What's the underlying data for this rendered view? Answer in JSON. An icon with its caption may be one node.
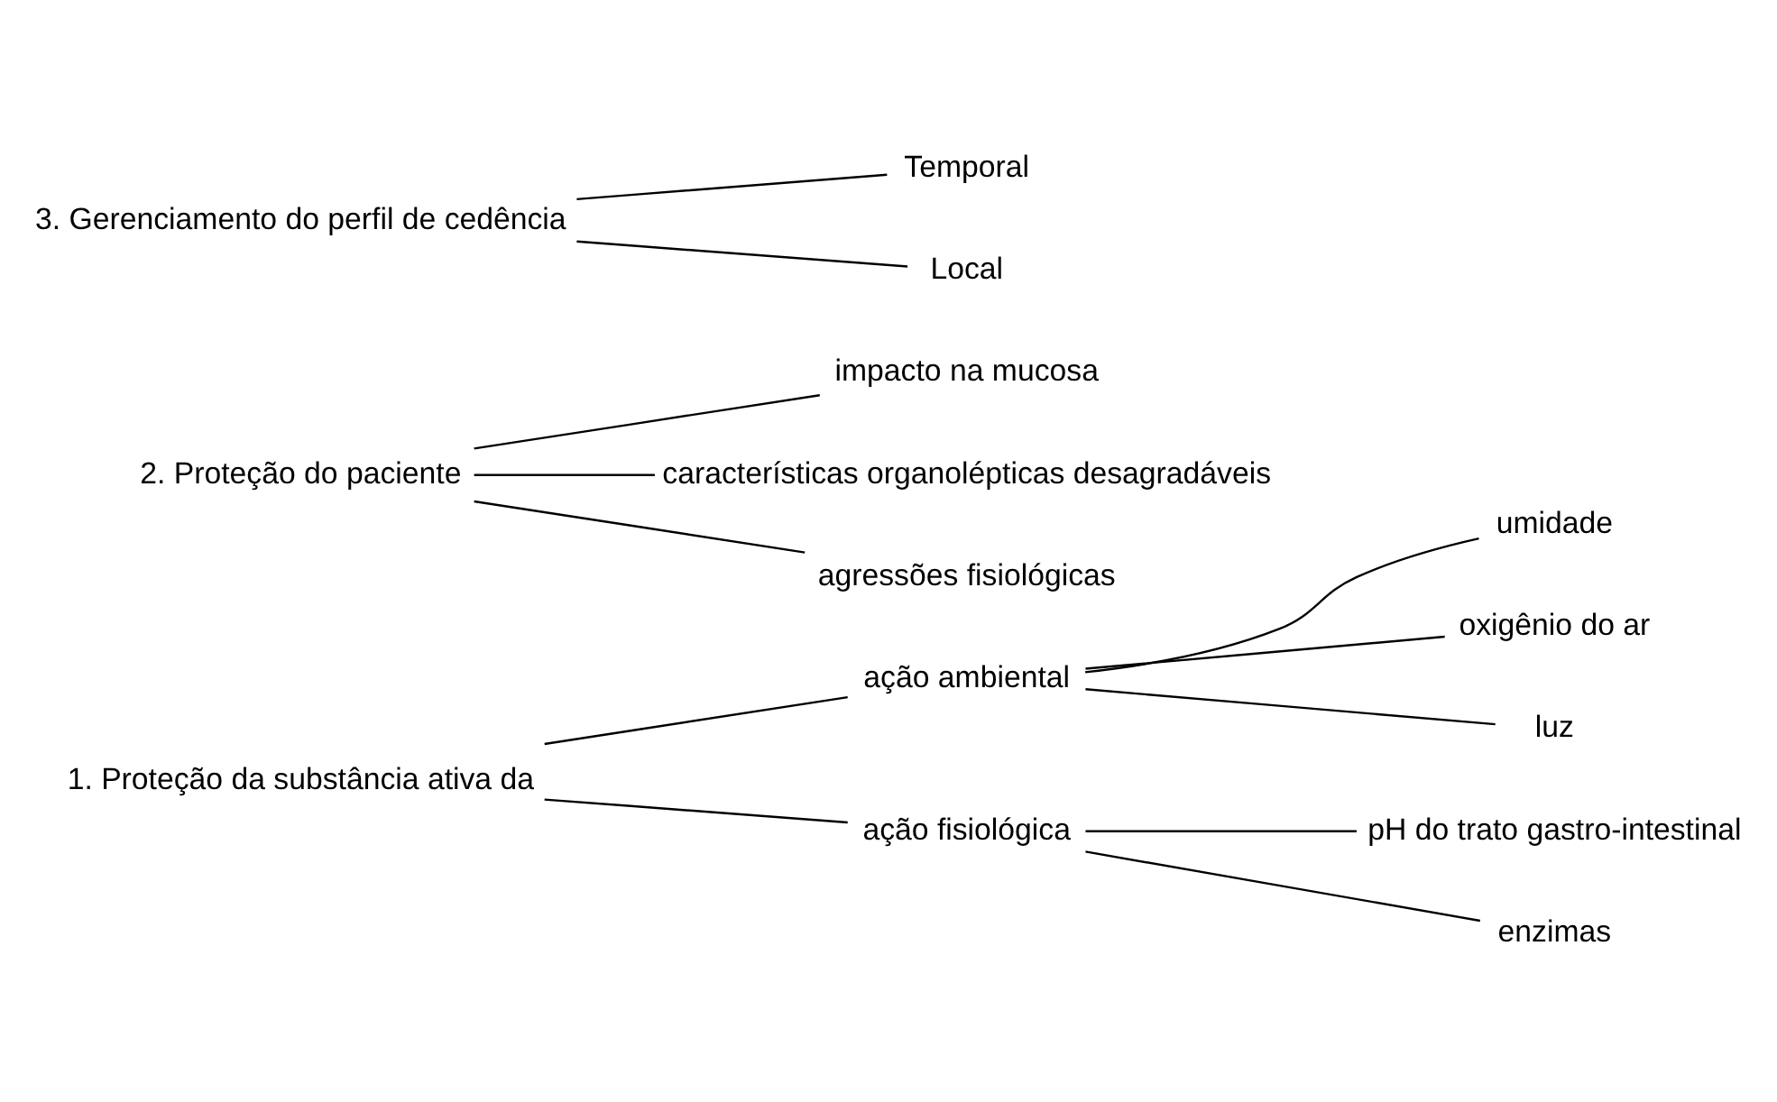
{
  "diagram": {
    "nodes": [
      {
        "text": [
          "1. Proteção da substância ativa da"
        ]
      },
      {
        "text": [
          "ação ambiental"
        ]
      },
      {
        "text": [
          "umidade"
        ]
      },
      {
        "text": [
          "oxigênio do ar"
        ]
      },
      {
        "text": [
          "luz"
        ]
      },
      {
        "text": [
          "ação fisiológica"
        ]
      },
      {
        "text": [
          "pH do trato gastro-intestinal"
        ]
      },
      {
        "text": [
          "enzimas"
        ]
      },
      {
        "text": [
          "2. Proteção do paciente"
        ]
      },
      {
        "text": [
          "impacto na mucosa"
        ]
      },
      {
        "text": [
          "características organolépticas desagradáveis"
        ]
      },
      {
        "text": [
          "agressões fisiológicas"
        ]
      },
      {
        "text": [
          "3. Gerenciamento do perfil de cedência"
        ]
      },
      {
        "text": [
          "Temporal"
        ]
      },
      {
        "text": [
          "Local"
        ]
      }
    ],
    "edges": [
      {
        "from": 0,
        "to": 1,
        "arrow": "none"
      },
      {
        "from": 0,
        "to": 5,
        "arrow": "none"
      },
      {
        "from": 1,
        "to": 2,
        "arrow": "none"
      },
      {
        "from": 1,
        "to": 3,
        "arrow": "none"
      },
      {
        "from": 1,
        "to": 4,
        "arrow": "none"
      },
      {
        "from": 5,
        "to": 6,
        "arrow": "none"
      },
      {
        "from": 5,
        "to": 7,
        "arrow": "none"
      },
      {
        "from": 8,
        "to": 9,
        "arrow": "none"
      },
      {
        "from": 8,
        "to": 10,
        "arrow": "none"
      },
      {
        "from": 8,
        "to": 11,
        "arrow": "none"
      },
      {
        "from": 12,
        "to": 13,
        "arrow": "none"
      },
      {
        "from": 12,
        "to": 14,
        "arrow": "none"
      }
    ]
  }
}
